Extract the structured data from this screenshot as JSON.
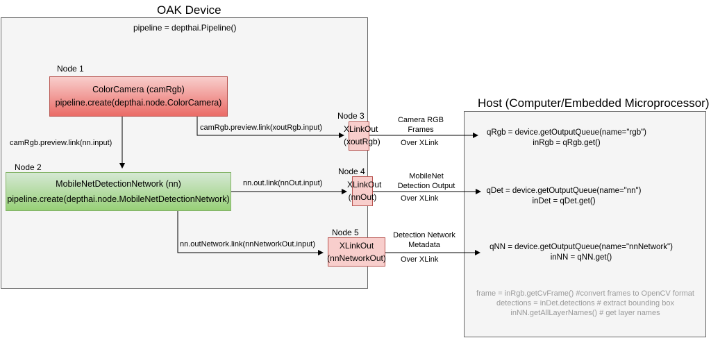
{
  "oak": {
    "title": "OAK Device",
    "pipeline": "pipeline = depthai.Pipeline()"
  },
  "node1": {
    "label": "Node 1",
    "line1": "ColorCamera (camRgb)",
    "line2": "pipeline.create(depthai.node.ColorCamera)"
  },
  "node2": {
    "label": "Node 2",
    "line1": "MobileNetDetectionNetwork  (nn)",
    "line2": "pipeline.create(depthai.node.MobileNetDetectionNetwork)"
  },
  "node3": {
    "label": "Node 3",
    "line1": "XLinkOut",
    "line2": "(xoutRgb)"
  },
  "node4": {
    "label": "Node 4",
    "line1": "XLinkOut",
    "line2": "(nnOut)"
  },
  "node5": {
    "label": "Node 5",
    "line1": "XLinkOut",
    "line2": "(nnNetworkOut)"
  },
  "links": {
    "cam_to_nn": "camRgb.preview.link(nn.input)",
    "cam_to_xout": "camRgb.preview.link(xoutRgb.input)",
    "nn_to_out": "nn.out.link(nnOut.input)",
    "nn_to_network": "nn.outNetwork.link(nnNetworkOut.input)"
  },
  "streams": {
    "rgb_line1": "Camera RGB",
    "rgb_line2": "Frames",
    "rgb_over": "Over XLink",
    "det_line1": "MobileNet",
    "det_line2": "Detection Output",
    "det_over": "Over XLink",
    "net_line1": "Detection Network",
    "net_line2": "Metadata",
    "net_over": "Over XLink"
  },
  "host": {
    "title": "Host (Computer/Embedded Microprocessor)",
    "q_rgb": "qRgb = device.getOutputQueue(name=\"rgb\")",
    "in_rgb": "inRgb = qRgb.get()",
    "q_det": "qDet = device.getOutputQueue(name=\"nn\")",
    "in_det": "inDet = qDet.get()",
    "q_nn": "qNN = device.getOutputQueue(name=\"nnNetwork\")",
    "in_nn": "inNN = qNN.get()",
    "note1": "frame = inRgb.getCvFrame() #convert frames to OpenCV format",
    "note2": "detections = inDet.detections # extract bounding box",
    "note3": "inNN.getAllLayerNames() # get layer names"
  },
  "colors": {
    "red_border": "#b85450",
    "red_fill": "#f8cecc",
    "green_border": "#82b366",
    "green_fill": "#d5e8d4",
    "container_fill": "#f5f5f5",
    "note_text": "#9a9a9a"
  }
}
